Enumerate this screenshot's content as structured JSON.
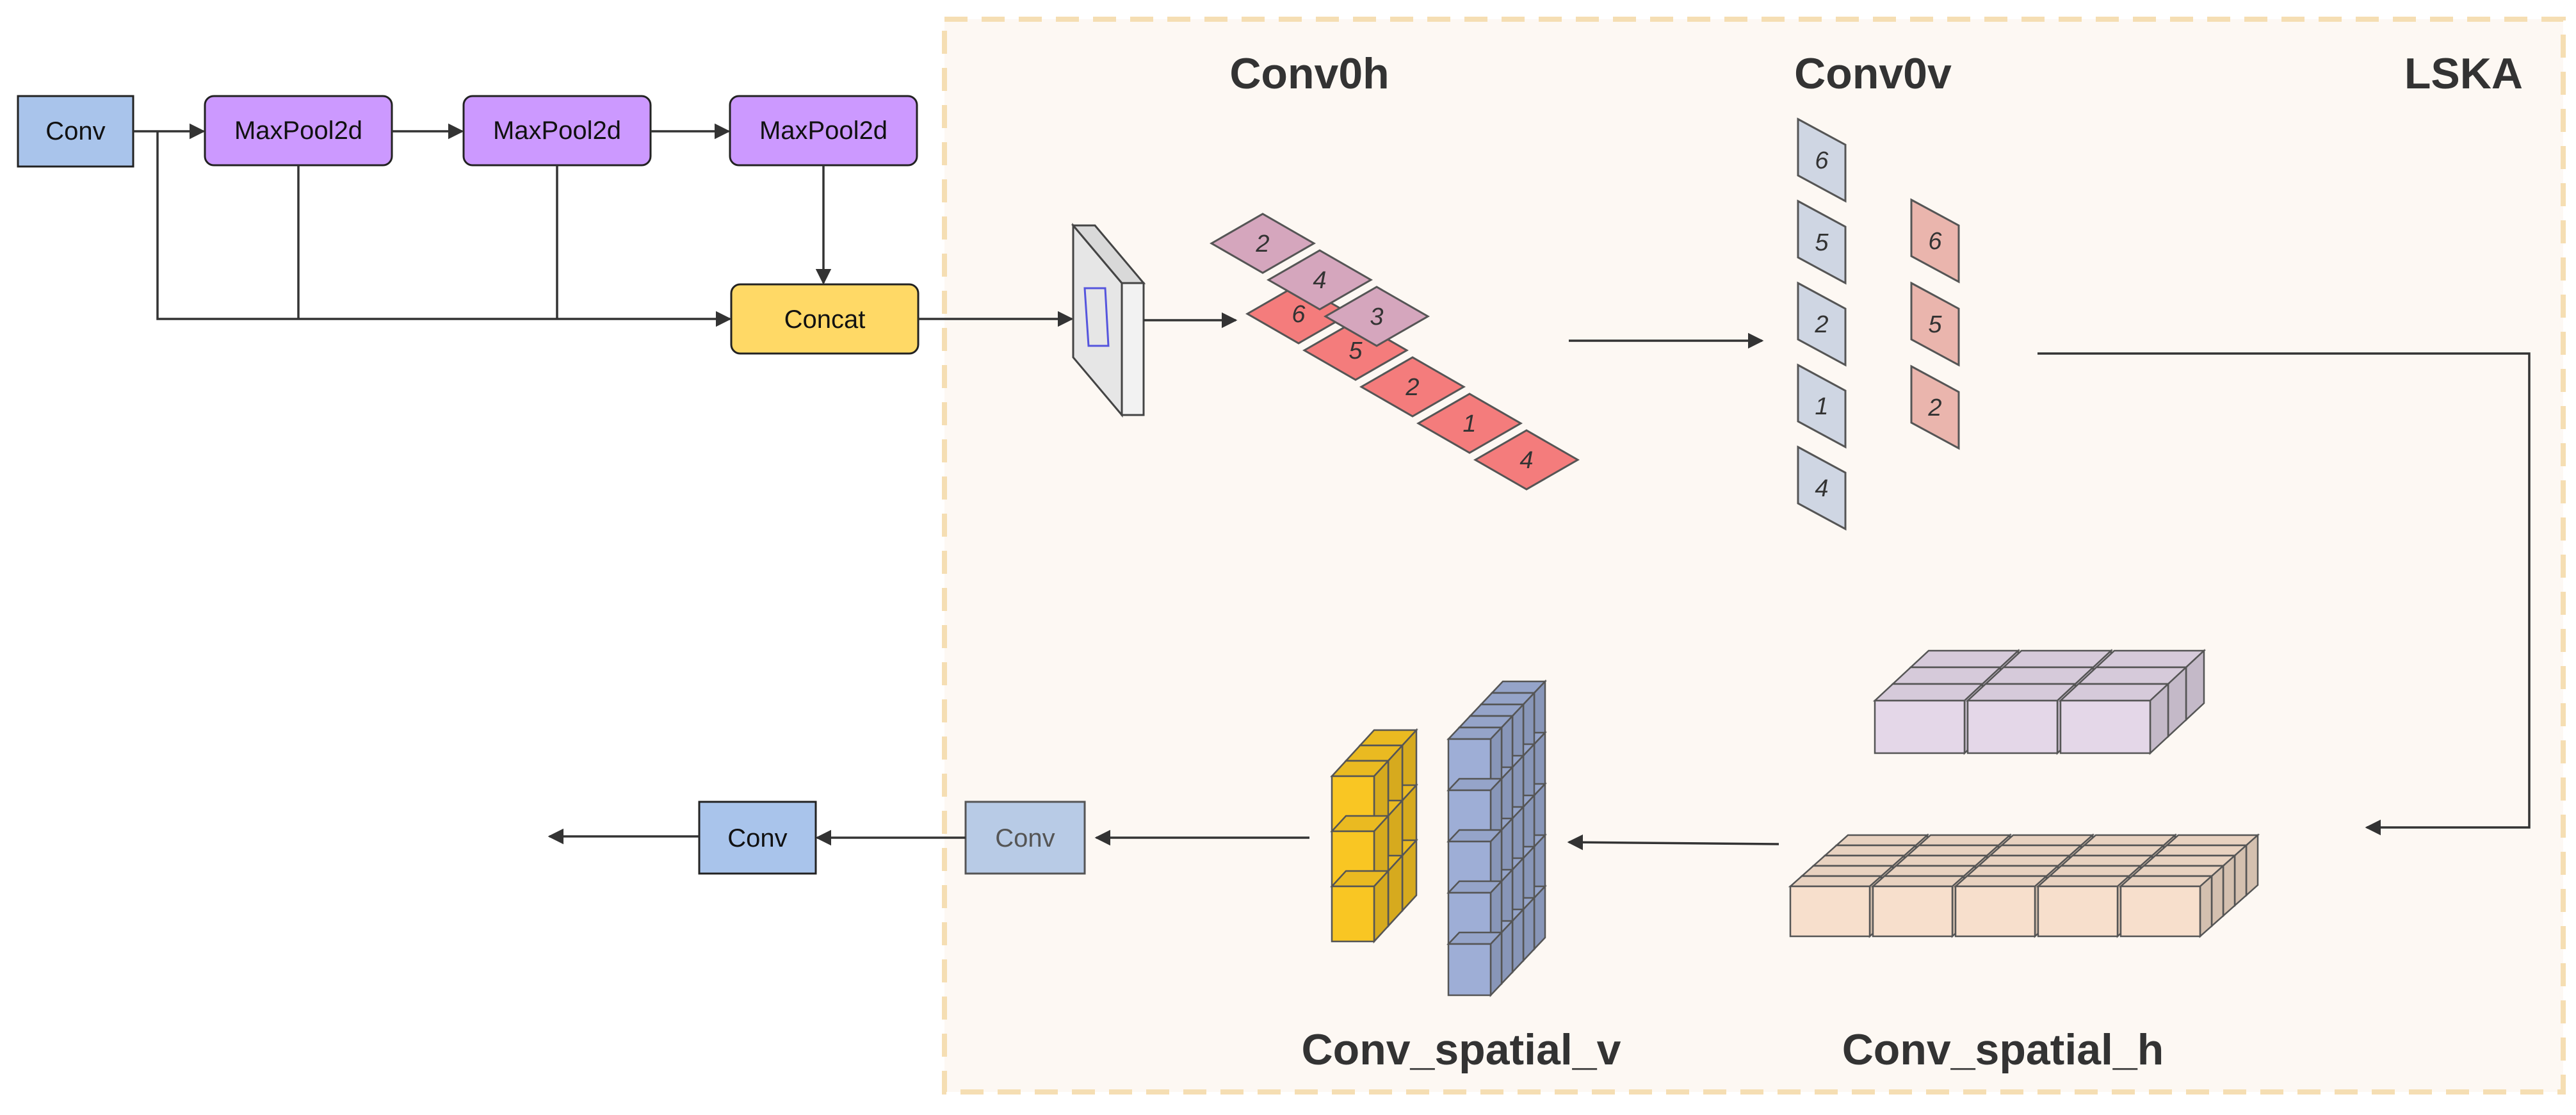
{
  "colors": {
    "conv": "#a9c4eb",
    "conv_light": "#b8cbe6",
    "maxpool": "#cc99ff",
    "concat": "#ffd966",
    "panel_bg": "#fdf8f3",
    "panel_border": "#f5deb3",
    "kernel_h_top": "#d5a6bd",
    "kernel_h_bottom": "#f47c7c",
    "kernel_v_gray": "#cfd6e3",
    "kernel_v_pink": "#eab5ad",
    "cube_lavender": "#e4d7e8",
    "cube_peach": "#f7dfcc",
    "cube_yellow": "#f9c623",
    "cube_blue": "#9eaed6",
    "edge": "#333333"
  },
  "spp": {
    "conv_in": "Conv",
    "maxpool_1": "MaxPool2d",
    "maxpool_2": "MaxPool2d",
    "maxpool_3": "MaxPool2d",
    "concat": "Concat"
  },
  "lska": {
    "panel_label": "LSKA",
    "conv0h": {
      "title": "Conv0h",
      "top_kernels": [
        "2",
        "4",
        "3"
      ],
      "bottom_kernels": [
        "6",
        "5",
        "2",
        "1",
        "4"
      ]
    },
    "conv0v": {
      "title": "Conv0v",
      "gray_kernels": [
        "6",
        "5",
        "2",
        "1",
        "4"
      ],
      "pink_kernels": [
        "6",
        "5",
        "2"
      ]
    },
    "conv_spatial_h": {
      "title": "Conv_spatial_h"
    },
    "conv_spatial_v": {
      "title": "Conv_spatial_v"
    },
    "conv_out_inner": "Conv"
  },
  "output": {
    "conv_out": "Conv"
  }
}
